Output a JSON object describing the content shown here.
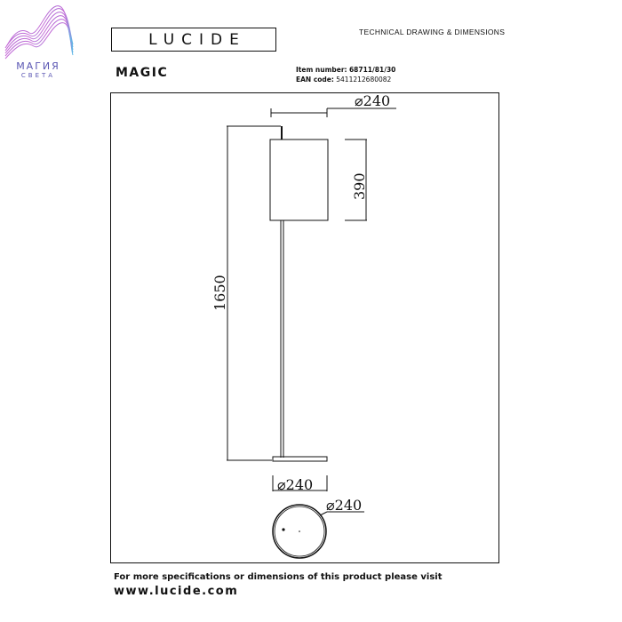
{
  "watermark": {
    "brand": "МАГИЯ",
    "tagline": "СВЕТА",
    "colors": [
      "#6a5acd",
      "#c86dd7",
      "#4cc3e8"
    ]
  },
  "header": {
    "logo_text": "LUCIDE",
    "document_kind": "TECHNICAL DRAWING & DIMENSIONS",
    "product_name": "MAGIC",
    "item_number_label": "Item number:",
    "item_number": "68711/81/30",
    "ean_label": "EAN code:",
    "ean": "5411212680082"
  },
  "drawing": {
    "dimensions": {
      "top_shade_diameter": "⌀240",
      "shade_height": "390",
      "total_height": "1650",
      "base_diameter": "⌀240",
      "plan_diameter": "⌀240"
    }
  },
  "footer": {
    "line1": "For more specifications or dimensions of this product please visit",
    "url": "www.lucide.com"
  }
}
